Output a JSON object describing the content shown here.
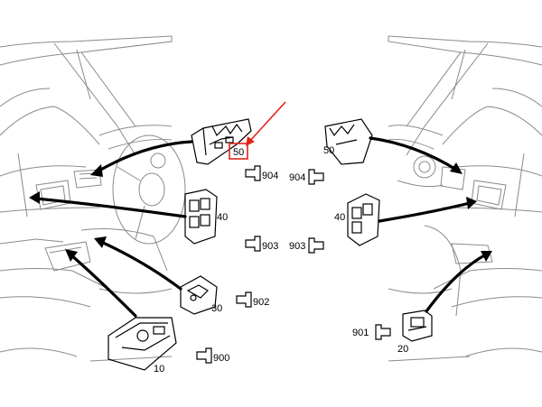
{
  "diagram": {
    "callout_color": "#e0251b",
    "parts": [
      {
        "id": "50_left",
        "label": "50",
        "highlighted": true
      },
      {
        "id": "40_left",
        "label": "40"
      },
      {
        "id": "30_left",
        "label": "30"
      },
      {
        "id": "10_left",
        "label": "10"
      },
      {
        "id": "50_right",
        "label": "50"
      },
      {
        "id": "40_right",
        "label": "40"
      },
      {
        "id": "20_right",
        "label": "20"
      }
    ],
    "connectors": [
      {
        "id": "904_left",
        "label": "904"
      },
      {
        "id": "903_left",
        "label": "903"
      },
      {
        "id": "902_left",
        "label": "902"
      },
      {
        "id": "900_left",
        "label": "900"
      },
      {
        "id": "904_right",
        "label": "904"
      },
      {
        "id": "903_right",
        "label": "903"
      },
      {
        "id": "901_right",
        "label": "901"
      }
    ]
  }
}
